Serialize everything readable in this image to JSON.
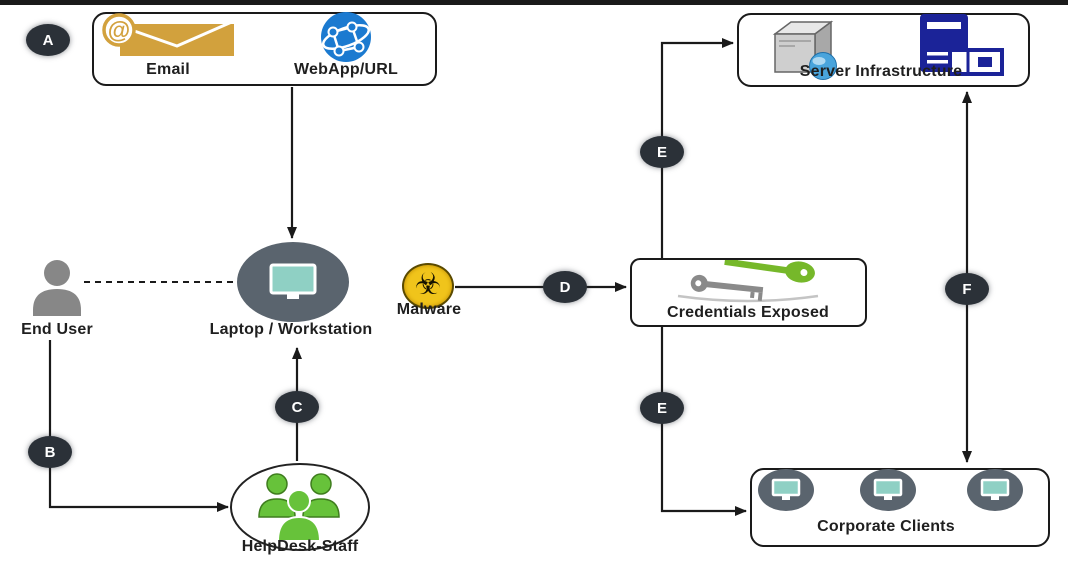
{
  "colors": {
    "line": "#1a1a1a",
    "box_border": "#1a1a1a",
    "label_text": "#1f1f1f",
    "badge_bg": "#2b3138",
    "badge_text": "#ffffff",
    "email_gold": "#d2a13d",
    "webapp_blue": "#1b7ad0",
    "node_gray": "#5a646e",
    "monitor_teal": "#8fd0c4",
    "person_gray": "#878787",
    "malware_yellow": "#f0c41b",
    "key_green": "#76b82a",
    "key_gray": "#8a8a8a",
    "staff_green": "#67c23a",
    "server_navy": "#1b2398",
    "sphere_blue": "#49a4dc"
  },
  "badges": {
    "a": "A",
    "b": "B",
    "c": "C",
    "d": "D",
    "e_top": "E",
    "e_bottom": "E",
    "f": "F"
  },
  "nodes": {
    "attack_vectors": {
      "email_label": "Email",
      "email_at_symbol": "@",
      "webapp_label": "WebApp/URL"
    },
    "end_user": {
      "label": "End User"
    },
    "laptop": {
      "label": "Laptop / Workstation"
    },
    "helpdesk": {
      "label": "HelpDesk-Staff"
    },
    "malware": {
      "label": "Malware",
      "symbol": "☣"
    },
    "credentials": {
      "label": "Credentials Exposed"
    },
    "server_infrastructure": {
      "label": "Server Infrastructure"
    },
    "corporate_clients": {
      "label": "Corporate Clients"
    }
  }
}
